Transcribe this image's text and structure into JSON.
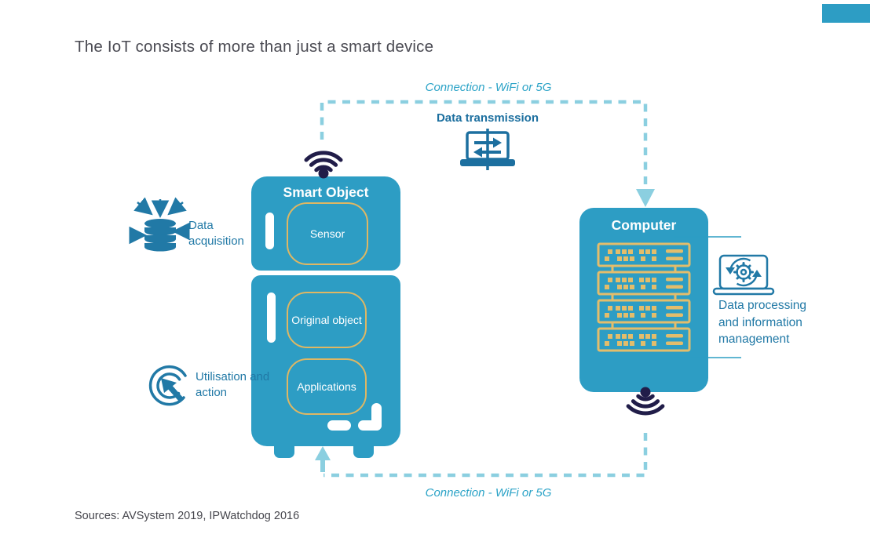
{
  "header": {
    "title": "The IoT consists of more than just a smart device"
  },
  "footer": {
    "sources": "Sources: AVSystem 2019, IPWatchdog 2016"
  },
  "diagram": {
    "smart_object": {
      "title": "Smart Object",
      "sensor_label": "Sensor",
      "original_object_label": "Original object",
      "applications_label": "Applications"
    },
    "computer": {
      "title": "Computer"
    },
    "connections": {
      "top_label": "Connection - WiFi or 5G",
      "bottom_label": "Connection - WiFi or 5G",
      "transmission_label": "Data transmission"
    },
    "annotations": {
      "acquisition_label": "Data acquisition",
      "utilisation_label": "Utilisation and action",
      "processing_label": "Data processing and information management"
    }
  },
  "icons": {
    "wifi_top": "wifi-icon",
    "wifi_bottom": "wifi-icon-inverted",
    "data_transmission": "laptop-sync-arrows-icon",
    "data_acquisition": "database-inbound-arrows-icon",
    "utilisation": "cursor-click-icon",
    "processing": "laptop-gear-refresh-icon",
    "servers": "server-rack-icon"
  },
  "colors": {
    "box_teal": "#2D9DC4",
    "dashed_teal": "#8BCFE0",
    "gold": "#DFB763",
    "navy": "#211D49",
    "label_blue": "#2179A6",
    "transmission_blue": "#1C6F9F",
    "connection_italic_teal": "#2BA3C7",
    "title_gray": "#4B4B53"
  }
}
